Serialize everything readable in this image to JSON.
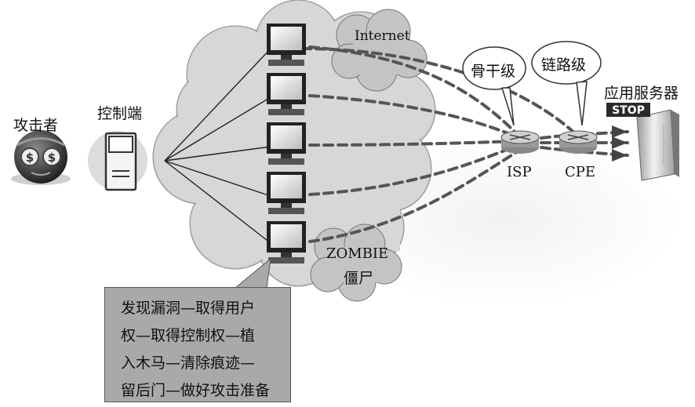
{
  "labels": {
    "attacker": "攻击者",
    "controller": "控制端",
    "internet": "Internet",
    "backbone": "骨干级",
    "link": "链路级",
    "app_server": "应用服务器",
    "stop": "STOP",
    "isp": "ISP",
    "cpe": "CPE",
    "zombie": "ZOMBIE",
    "zombie_cn": "僵尸"
  },
  "note_lines": [
    "发现漏洞—取得用户",
    "权—取得控制权—植",
    "入木马—清除痕迹—",
    "留后门—做好攻击准备"
  ]
}
